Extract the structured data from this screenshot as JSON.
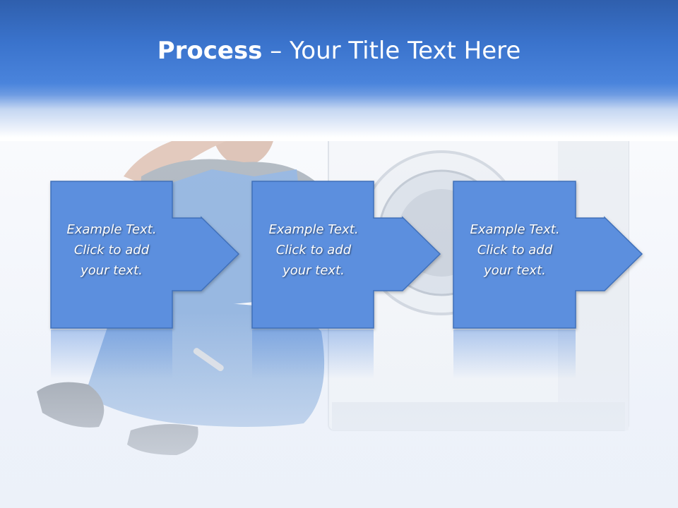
{
  "slide": {
    "title_bold": "Process",
    "title_rest": " – Your Title Text Here"
  },
  "steps": [
    {
      "line1": "Example Text.",
      "line2": "Click  to add",
      "line3": "your text."
    },
    {
      "line1": "Example Text.",
      "line2": "Click  to add",
      "line3": "your text."
    },
    {
      "line1": "Example Text.",
      "line2": "Click  to add",
      "line3": "your text."
    }
  ],
  "colors": {
    "header_blue": "#3a73cc",
    "box_fill": "#5b8fde",
    "box_stroke": "#3f6fb9",
    "text": "#ffffff"
  },
  "icons": {
    "background_photo": "repairman-with-washing-machine"
  }
}
